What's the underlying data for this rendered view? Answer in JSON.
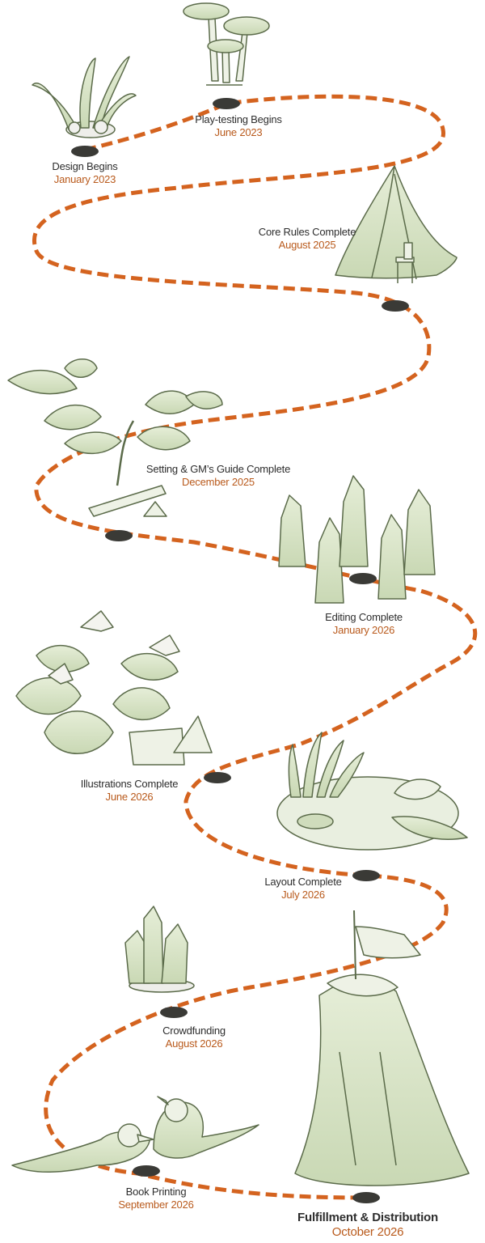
{
  "milestones": [
    {
      "title": "Design Begins",
      "date": "January 2023"
    },
    {
      "title": "Play-testing Begins",
      "date": "June 2023"
    },
    {
      "title": "Core Rules Complete",
      "date": "August 2025"
    },
    {
      "title": "Setting & GM’s Guide Complete",
      "date": "December 2025"
    },
    {
      "title": "Editing Complete",
      "date": "January 2026"
    },
    {
      "title": "Illustrations Complete",
      "date": "June 2026"
    },
    {
      "title": "Layout Complete",
      "date": "July 2026"
    },
    {
      "title": "Crowdfunding",
      "date": "August 2026"
    },
    {
      "title": "Book Printing",
      "date": "September 2026"
    },
    {
      "title": "Fulfillment & Distribution",
      "date": "October 2026"
    }
  ],
  "colors": {
    "path": "#d4631f",
    "marker": "#3a3a36",
    "title": "#2d2d2d",
    "date": "#b95a1c",
    "sketch_fill": "#dfe8cf",
    "sketch_line": "#5b6b4a"
  },
  "illustrations": [
    "grass-tuft-icon",
    "mushroom-icon",
    "leaf-tent-icon",
    "sapling-icon",
    "crystal-stones-icon",
    "trillium-flowers-icon",
    "pond-icon",
    "crystal-cluster-icon",
    "songbirds-icon",
    "tree-stump-icon"
  ]
}
